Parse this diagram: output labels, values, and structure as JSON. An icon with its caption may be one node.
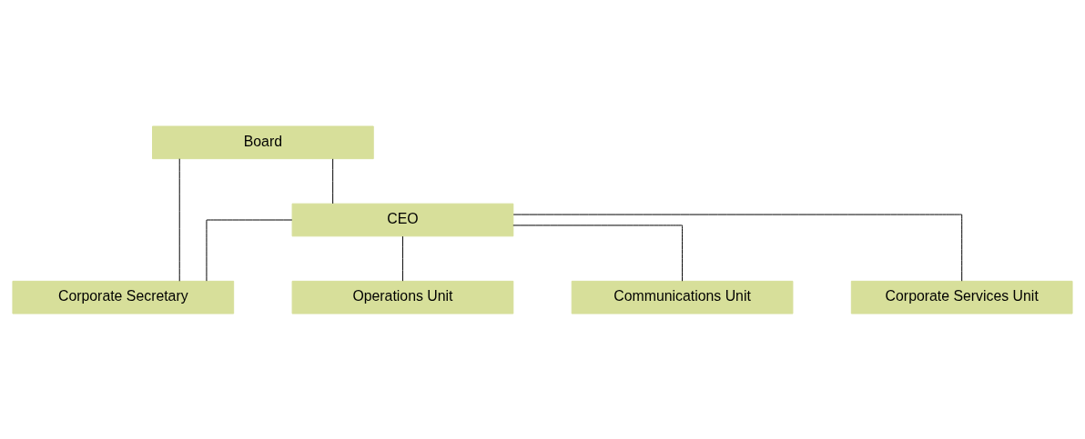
{
  "diagram": {
    "nodes": [
      {
        "text": [
          "Board"
        ]
      },
      {
        "text": [
          "CEO"
        ]
      },
      {
        "text": [
          "Corporate Secretary"
        ]
      },
      {
        "text": [
          "Operations Unit"
        ]
      },
      {
        "text": [
          "Communications Unit"
        ]
      },
      {
        "text": [
          "Corporate Services Unit"
        ]
      }
    ],
    "edges": [
      {
        "from": 0,
        "to": 1,
        "arrow": "none"
      },
      {
        "from": 0,
        "to": 2,
        "arrow": "none"
      },
      {
        "from": 1,
        "to": 2,
        "arrow": "none"
      },
      {
        "from": 1,
        "to": 3,
        "arrow": "none"
      },
      {
        "from": 1,
        "to": 4,
        "arrow": "none"
      },
      {
        "from": 1,
        "to": 5,
        "arrow": "none"
      }
    ]
  }
}
